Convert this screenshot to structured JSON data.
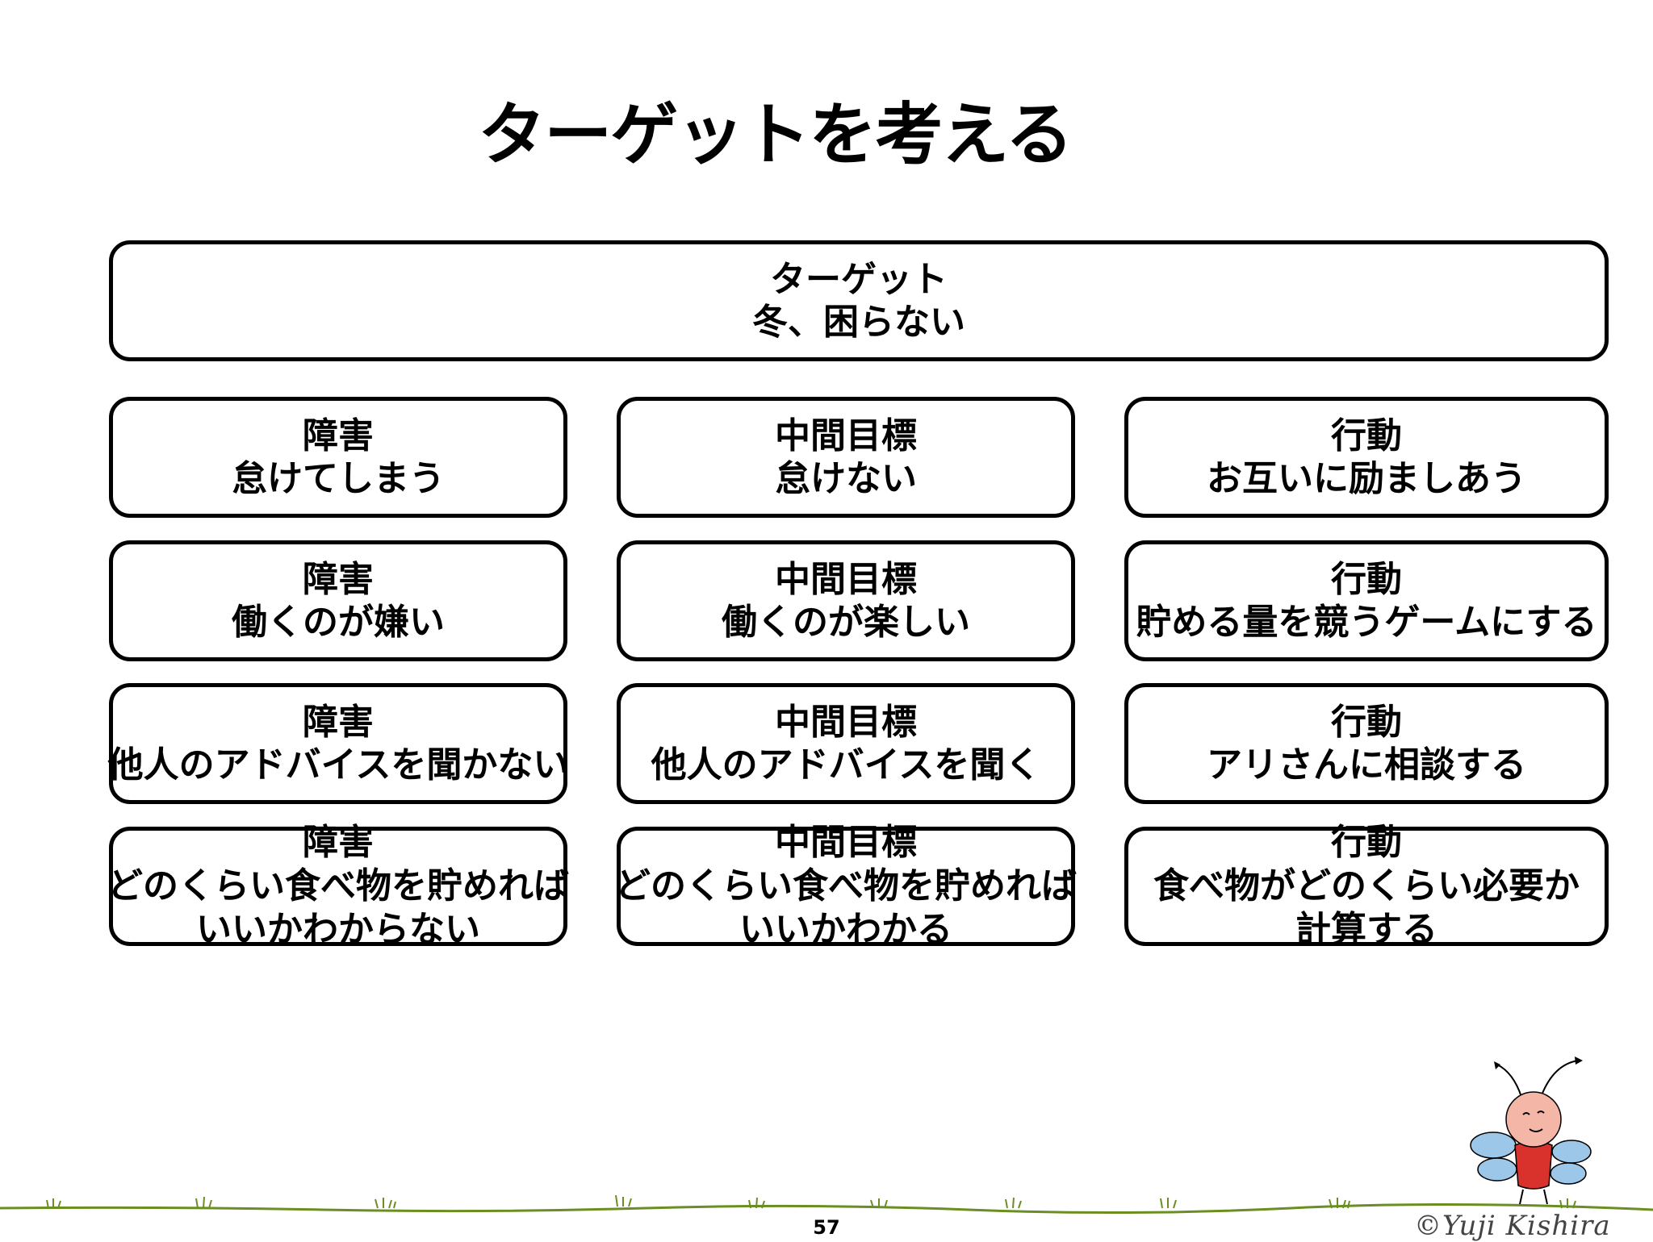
{
  "slide": {
    "title": "ターゲットを考える",
    "page_number": "57",
    "copyright": "©Yuji Kishira"
  },
  "target_box": {
    "heading": "ターゲット",
    "text": "冬、困らない"
  },
  "rows": [
    {
      "obstacle": {
        "heading": "障害",
        "lines": [
          "怠けてしまう"
        ]
      },
      "goal": {
        "heading": "中間目標",
        "lines": [
          "怠けない"
        ]
      },
      "action": {
        "heading": "行動",
        "lines": [
          "お互いに励ましあう"
        ]
      }
    },
    {
      "obstacle": {
        "heading": "障害",
        "lines": [
          "働くのが嫌い"
        ]
      },
      "goal": {
        "heading": "中間目標",
        "lines": [
          "働くのが楽しい"
        ]
      },
      "action": {
        "heading": "行動",
        "lines": [
          "貯める量を競うゲームにする"
        ]
      }
    },
    {
      "obstacle": {
        "heading": "障害",
        "lines": [
          "他人のアドバイスを聞かない"
        ]
      },
      "goal": {
        "heading": "中間目標",
        "lines": [
          "他人のアドバイスを聞く"
        ]
      },
      "action": {
        "heading": "行動",
        "lines": [
          "アリさんに相談する"
        ]
      }
    },
    {
      "obstacle": {
        "heading": "障害",
        "lines": [
          "どのくらい食べ物を貯めれば",
          "いいかわからない"
        ]
      },
      "goal": {
        "heading": "中間目標",
        "lines": [
          "どのくらい食べ物を貯めれば",
          "いいかわかる"
        ]
      },
      "action": {
        "heading": "行動",
        "lines": [
          "食べ物がどのくらい必要か",
          "計算する"
        ]
      }
    }
  ],
  "colors": {
    "border": "#000000",
    "text": "#000000",
    "grass": "#6b8e23",
    "mascot_body": "#f4b6a6",
    "mascot_wing": "#9cc7e8",
    "mascot_dress": "#d9312b"
  },
  "decorations": {
    "ground": "grass-line",
    "mascot": "bug-character-icon"
  }
}
